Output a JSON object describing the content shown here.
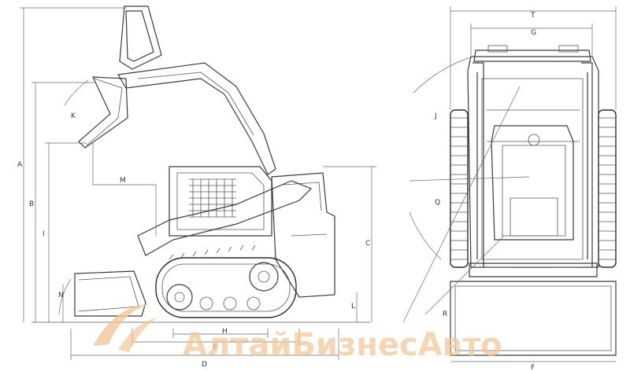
{
  "diagram": {
    "side_view_labels": {
      "A": "A",
      "B": "B",
      "C": "C",
      "D": "D",
      "E": "E",
      "H": "H",
      "I": "I",
      "K": "K",
      "M": "M",
      "N": "N"
    },
    "front_view_labels": {
      "T": "T",
      "G": "G",
      "F": "F",
      "J": "J",
      "Q": "Q",
      "R": "R"
    }
  },
  "watermark": {
    "text": "АлтайБизнесАвто",
    "logo_icon": "swoosh-logo-icon",
    "color": "#f2c79a"
  },
  "colors": {
    "line": "#3a3a3a",
    "background": "#ffffff"
  }
}
